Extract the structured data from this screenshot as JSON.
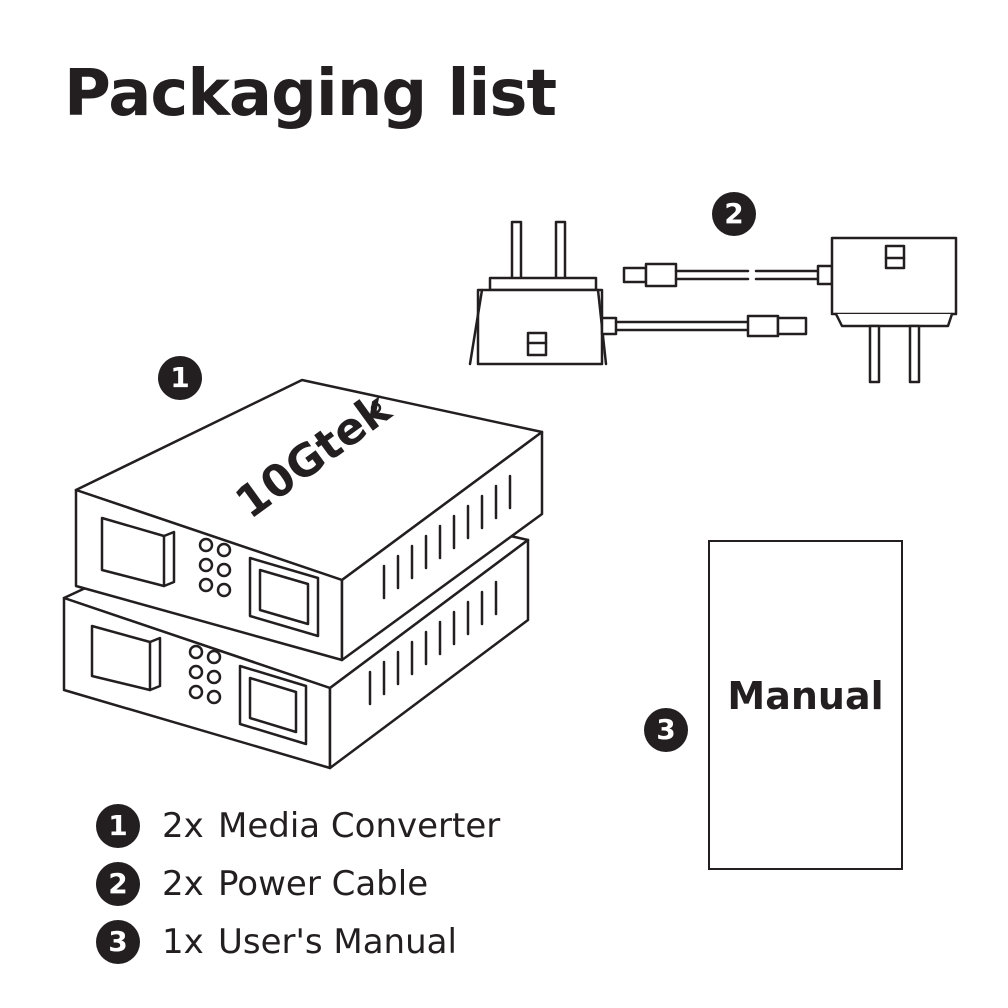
{
  "title": "Packaging list",
  "brand_logo_text": "10Gtek",
  "badges": {
    "converter": "1",
    "power": "2",
    "manual": "3"
  },
  "manual_cover_label": "Manual",
  "items": [
    {
      "number": "1",
      "qty": "2x",
      "name": "Media Converter"
    },
    {
      "number": "2",
      "qty": "2x",
      "name": "Power Cable"
    },
    {
      "number": "3",
      "qty": "1x",
      "name": "User's Manual"
    }
  ],
  "colors": {
    "ink": "#231f20",
    "background": "#ffffff"
  }
}
